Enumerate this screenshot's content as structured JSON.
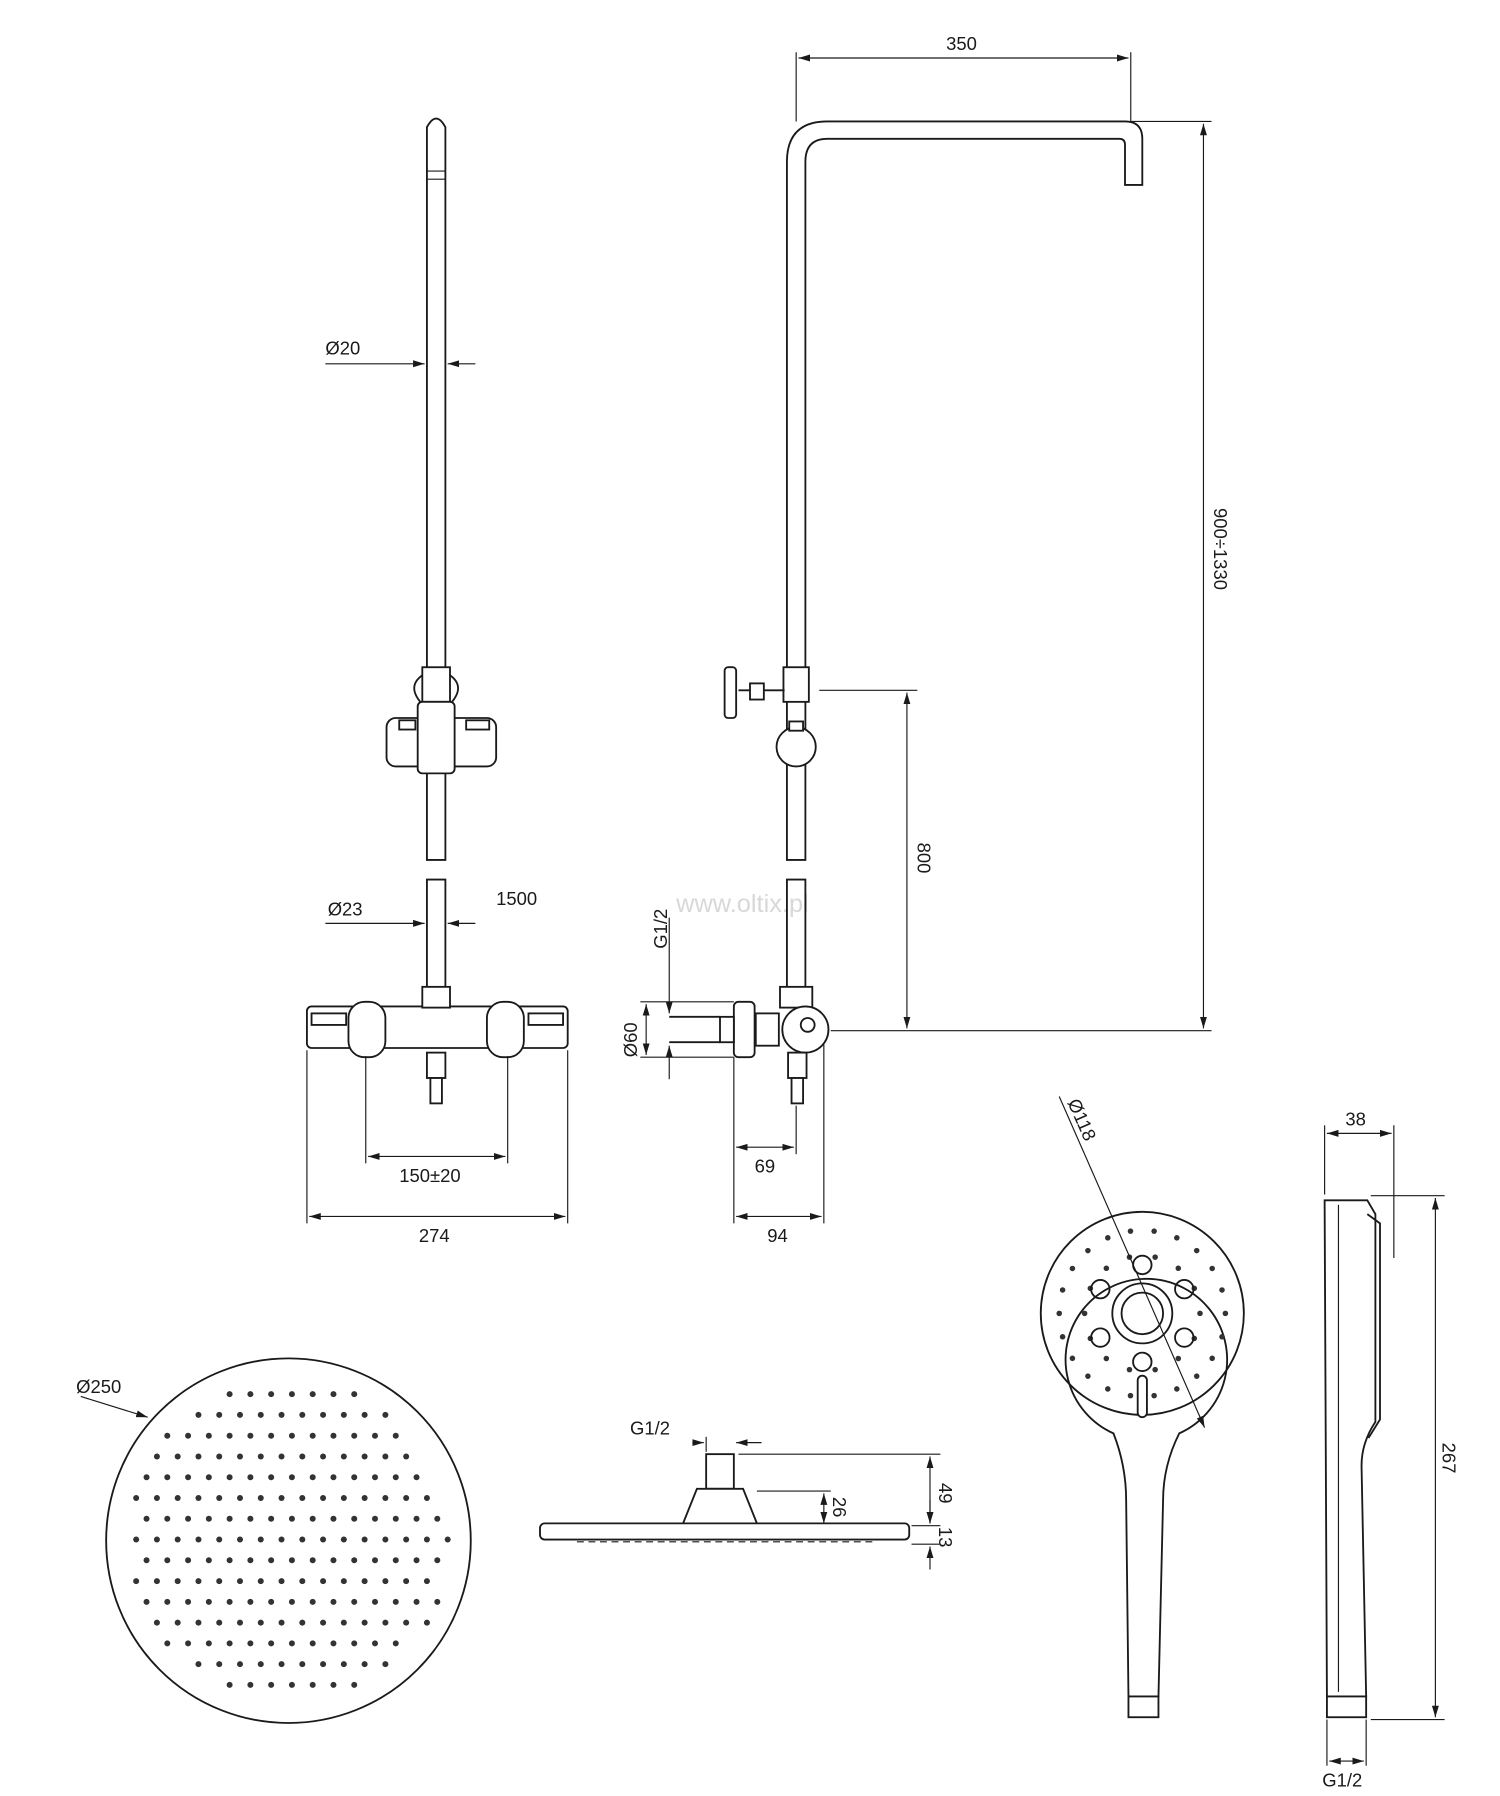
{
  "watermark": "www.oltix.pl",
  "dimensions": {
    "arm_length": "350",
    "rail_height_range": "900÷1330",
    "rail_diameter": "Ø20",
    "mixer_to_outlet": "800",
    "pipe_diameter": "Ø23",
    "hose_length": "1500",
    "inlet_thread": "G1/2",
    "eccentric_diameter": "Ø60",
    "inlet_spacing": "150±20",
    "mixer_width": "274",
    "depth_69": "69",
    "depth_94": "94",
    "handshower_diameter": "Ø118",
    "handshower_thickness": "38",
    "handshower_length": "267",
    "handshower_thread": "G1/2",
    "head_diameter": "Ø250",
    "head_thread": "G1/2",
    "head_height_49": "49",
    "head_connector_26": "26",
    "head_plate_13": "13"
  }
}
